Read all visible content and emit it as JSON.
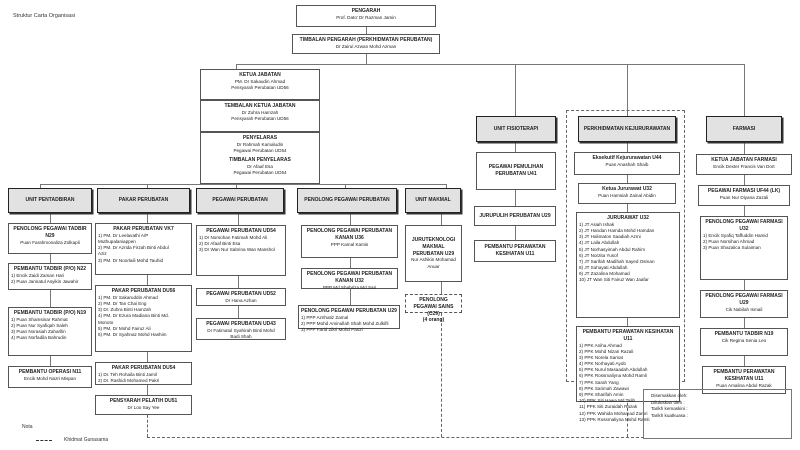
{
  "page_title": "Struktur Carta Organisasi",
  "top": {
    "pengarah": {
      "title": "PENGARAH",
      "name": "Prof. Dato' Dr Razman Jamin"
    },
    "timbalan_pengarah": {
      "title": "TIMBALAN PENGARAH (PERKHIDMATAN PERUBATAN)",
      "name": "Dr Zairul Azwan Mohd Azman"
    },
    "ketua_jabatan": {
      "title": "KETUA JABATAN",
      "name": "PM. Dr Sakaudin Ahmad",
      "grade": "Pensyarah Perubatan UD56"
    },
    "timbalan_ketua_jabatan": {
      "title": "TEMBALAN KETUA JABATAN",
      "name": "Dr Zuhra Hamzah",
      "grade": "Pensyarah Perubatan UD56"
    },
    "penyelaras": {
      "title": "PENYELARAS",
      "name": "Dr Rahmah Kamaludin",
      "grade": "Pegawai Perubatan UD54"
    },
    "timbalan_penyelaras": {
      "title": "TIMBALAN PENYELARAS",
      "name": "Dr Afaaf Esa",
      "grade": "Pegawai Perubatan UD54"
    }
  },
  "units": {
    "pentadbiran": {
      "head": "UNIT PENTADBIRAN",
      "boxes": [
        {
          "title": "PENOLONG PEGAWAI TADBIR N29",
          "lines": [
            "Puan Farahmonaliza Zolkapli"
          ]
        },
        {
          "title": "PEMBANTU TADBIR (P/O) N22",
          "list": [
            "1) Encik Zaidi Zaman Hari",
            "2) Puan Jannatul Asyikin Jawahir"
          ]
        },
        {
          "title": "PEMBANTU TADBIR (P/O) N19",
          "list": [
            "1) Puan Shamsinar Rahmat",
            "2) Puan Nur Syafiqah Saleh",
            "3) Puan Norasiah Zaharllin",
            "4) Puan Norfadila Bahrudin"
          ]
        },
        {
          "title": "PEMBANTU OPERASI N11",
          "lines": [
            "Encik Mohd Nazri Mispan"
          ]
        }
      ]
    },
    "pakar": {
      "head": "PAKAR PERUBATAN",
      "boxes": [
        {
          "title": "PAKAR PERUBATAN VK7",
          "list": [
            "1) PM. Dr Leelavathi A/P",
            "    Muthupalaniappen",
            "2) PM. Dr Azrida Firzah Binti Abdul",
            "    Aziz",
            "3) PM. Dr Noorlaili Mohd Tauhid"
          ]
        },
        {
          "title": "PAKAR PERUBATAN DU56",
          "list": [
            "1) PM. Dr Sakaruddin Ahmad",
            "2) PM. Dr Tan Chai Eng",
            "3) Dr. Zuhra Binti Hamzah",
            "4) PM. Dr Ezura Madiana Binti Md.",
            "    Monoto",
            "5) PM. Dr Mohd Fairuz Ali",
            "6) PM. Dr Syahnaz Mohd Hashim"
          ]
        },
        {
          "title": "PAKAR PERUBATAN DU54",
          "list": [
            "1) Dr. Teh Rohaila Binti Jamil",
            "2) Dr. Rashidi Mohamed Pakri"
          ]
        },
        {
          "title": "PENSYARAH PELATIH DU51",
          "lines": [
            "Dr Loo Say Yee"
          ]
        }
      ]
    },
    "pegawai": {
      "head": "PEGAWAI PERUBATAN",
      "boxes": [
        {
          "title": "PEGAWAI PERUBATAN UD54",
          "list": [
            "1) Dr Norsohan Fatimah Mohd Ali",
            "2) Dr Afaaf Binti Esa",
            "3) Dr Wan Nur Sabrina Wan Manshol"
          ]
        },
        {
          "title": "PEGAWAI PERUBATAN UD52",
          "lines": [
            "Dr Hana Azhan"
          ]
        },
        {
          "title": "PEGAWAI PERUBATAN UD43",
          "lines": [
            "Dr Fatimatul Syahirah Binti Mohd",
            "Badi Shah"
          ]
        }
      ]
    },
    "penolong": {
      "head": "PENOLONG PEGAWAI PERUBATAN",
      "boxes": [
        {
          "title": "PENOLONG PEGAWAI PERUBATAN KANAN U36",
          "lines": [
            "PPP Kamal Kamis"
          ]
        },
        {
          "title": "PENOLONG PEGAWAI PERUBATAN KANAN U32",
          "lines": [
            "PPP Md Shahriza Md Sari"
          ]
        },
        {
          "title": "PENOLONG PEGAWAI PERUBATAN U29",
          "list": [
            "1) PPP Azrihatiz Zamal",
            "2) PPP Mohd Aminullah Shah Mohd Zulkifli",
            "3) PPP Farid Zikri Mohd Pauzi"
          ]
        }
      ]
    },
    "makmal": {
      "head": "UNIT MAKMAL",
      "boxes": [
        {
          "title": "JURUTEKNOLOGI MAKMAL PERUBATAN U29",
          "lines": [
            "Nur Ashikin Mohamad",
            "Anuar"
          ]
        },
        {
          "title": "PENOLONG PEGAWAI SAINS (C29)",
          "lines": [
            "(4 orang)"
          ]
        }
      ]
    },
    "fisioterapi": {
      "head": "UNIT FISIOTERAPI",
      "boxes": [
        {
          "title": "PEGAWAI PEMULIHAN PERUBATAN U41",
          "lines": []
        },
        {
          "title": "JURUPULIH PERUBATAN U29",
          "lines": []
        },
        {
          "title": "PEMBANTU PERAWATAN KESIHATAN U11",
          "lines": []
        }
      ]
    },
    "kejururawatan": {
      "head": "PERKHIDMATAN KEJURURAWATAN",
      "boxes": [
        {
          "title": "Eksekutif Kejururawatan U44",
          "lines": [
            "Puan Anashah Shaib"
          ]
        },
        {
          "title": "Ketua Jururawat U32",
          "lines": [
            "Puan Hamsiah Zainal Abidin"
          ]
        },
        {
          "title": "JURURAWAT U32",
          "list": [
            "1) JT Asiah Ishak",
            "2) JT Handan Hamda Mohd Hamdan",
            "3) JT Halimaton Saadiah Azmi",
            "4) JT Laila Abdullah",
            "5) JT Norhasyimah Abdul Rahim",
            "6) JT Norzita Yusof",
            "7) JT Sarifah Madihah Sayed Osman",
            "8) JT Suhayati Abdullah",
            "9) JT Zazalina Mohamad",
            "10) JT Wan Siti Fairuz Wan Jaafar"
          ]
        },
        {
          "title": "PEMBANTU PERAWATAN KESIHATAN U11",
          "list": [
            "1) PPK Aniha Ahmad",
            "2) PPK Mohd Nizan Razali",
            "3) PPK Norela Samat",
            "4) PPK Norhayati Ayob",
            "5) PPK Nurul Masaadah Abdullah",
            "6) PPK Rossmaliyna Mohd Ramli",
            "7) PPK Sarah Yang",
            "8) PPK Sarimah Zawawi",
            "9) PPK Sharifah Amin",
            "10) PPK Siti Hawa Md Talib",
            "11) PPK Siti Zuraidah Razak",
            "12) PPK Wahida Mohamad Zamri",
            "13) PPK Rossmaliyna Mohd Ramli"
          ]
        }
      ]
    },
    "farmasi": {
      "head": "FARMASI",
      "boxes": [
        {
          "title": "KETUA JABATAN FARMASI",
          "lines": [
            "Encik Dexter Francis Van Dort"
          ]
        },
        {
          "title": "PEGAWAI FARMASI UF44 (LK)",
          "lines": [
            "Puan Nur Diyana Zazali"
          ]
        },
        {
          "title": "PENOLONG PEGAWAI FARMASI U32",
          "list": [
            "1) Encik Syafiq Taffuddin Hamid",
            "2) Puan Norsihan Ahmad",
            "3) Puan Shazalica Sulaiman"
          ]
        },
        {
          "title": "PENOLONG PEGAWAI FARMASI U29",
          "lines": [
            "Cik Nabilah Ismail"
          ]
        },
        {
          "title": "PEMBANTU TADBIR N19",
          "lines": [
            "Cik Regina Senia Leo"
          ]
        },
        {
          "title": "PEMBANTU PERAWATAN KESIHATAN U11",
          "lines": [
            "Puan Amalina Abdul Razak"
          ]
        }
      ]
    }
  },
  "nota": {
    "label": "Nota",
    "legend": "Khidmat Gunasama"
  },
  "signoff": [
    "Disemakkan oleh:",
    "Diluluskan oleh   :",
    "Tarikh kemaskini :",
    "Tarikh kuatkuasa :"
  ]
}
